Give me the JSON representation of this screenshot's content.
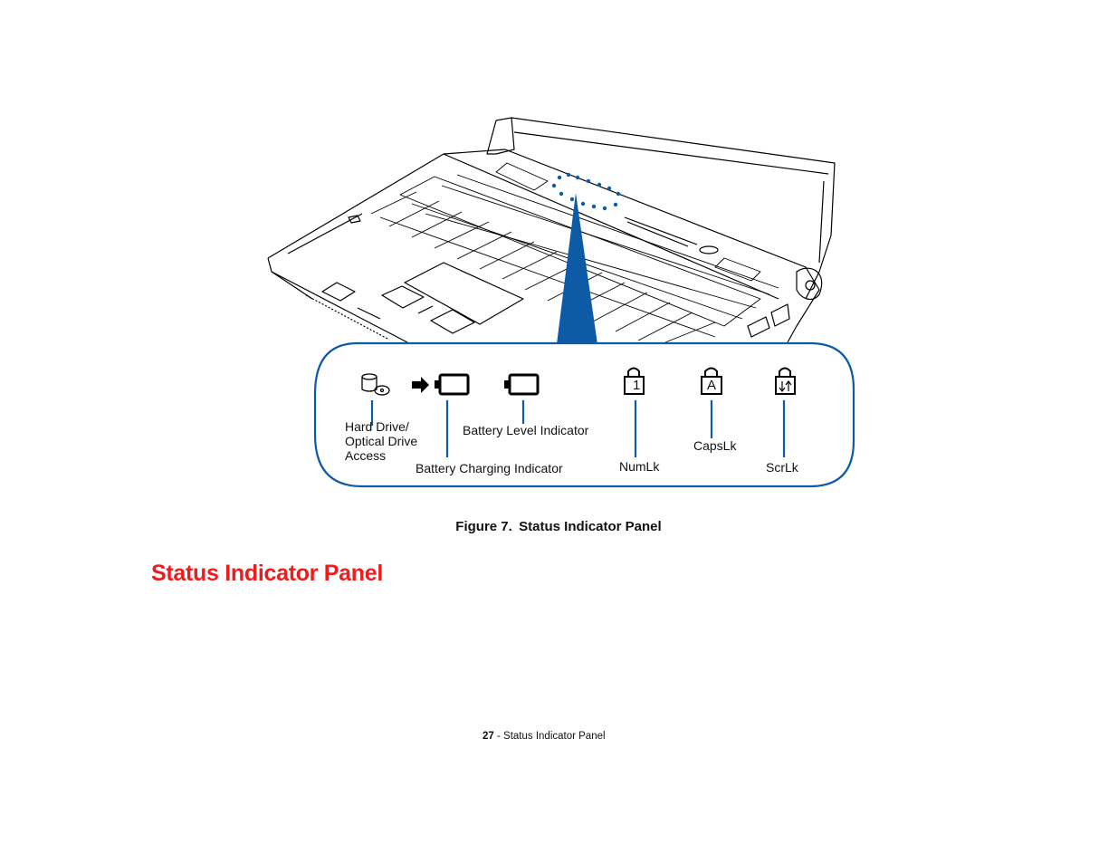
{
  "figure": {
    "labels": {
      "hdd_line1": "Hard Drive/",
      "hdd_line2": "Optical Drive",
      "hdd_line3": "Access",
      "battery_charging": "Battery Charging Indicator",
      "battery_level": "Battery Level Indicator",
      "numlk": "NumLk",
      "capslk": "CapsLk",
      "scrlk": "ScrLk"
    },
    "glyphs": {
      "numlk_symbol": "1",
      "capslk_symbol": "A"
    },
    "colors": {
      "callout_blue": "#0d5aa7",
      "outline": "#000000"
    },
    "icons": [
      "laptop-illustration",
      "hard-drive-icon",
      "charging-arrow-icon",
      "battery-icon",
      "numlock-icon",
      "capslock-icon",
      "scrolllock-icon"
    ]
  },
  "caption": {
    "prefix": "Figure 7.",
    "title": "Status Indicator Panel"
  },
  "section": {
    "heading": "Status Indicator Panel",
    "heading_color": "#ee1c1c"
  },
  "footer": {
    "page_number": "27",
    "separator": " - ",
    "title": "Status Indicator Panel"
  }
}
